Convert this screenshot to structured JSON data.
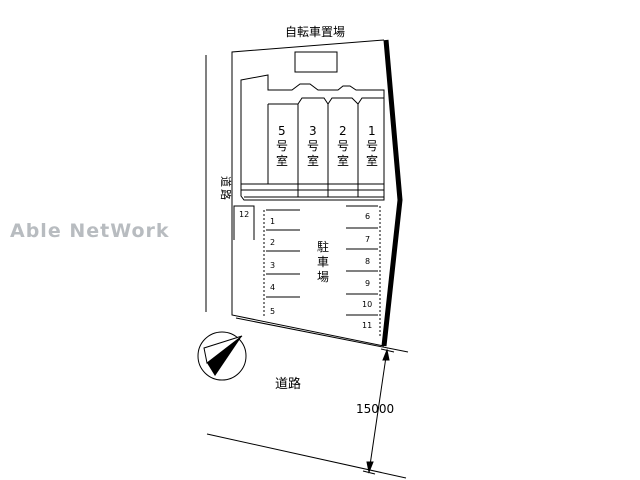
{
  "watermark": "Able NetWork",
  "labels": {
    "bicycle_parking": "自転車置場",
    "parking": [
      "駐",
      "車",
      "場"
    ],
    "road_side": [
      "道",
      "路"
    ],
    "road_bottom": "道路",
    "dimension": "15000"
  },
  "rooms": [
    {
      "number": "5",
      "chars": [
        "号",
        "室"
      ]
    },
    {
      "number": "3",
      "chars": [
        "号",
        "室"
      ]
    },
    {
      "number": "2",
      "chars": [
        "号",
        "室"
      ]
    },
    {
      "number": "1",
      "chars": [
        "号",
        "室"
      ]
    }
  ],
  "parking_left": [
    "1",
    "2",
    "3",
    "4",
    "5"
  ],
  "parking_right": [
    "6",
    "7",
    "8",
    "9",
    "10",
    "11"
  ],
  "parking_extra": "12",
  "compass_icon": "north-arrow-icon"
}
